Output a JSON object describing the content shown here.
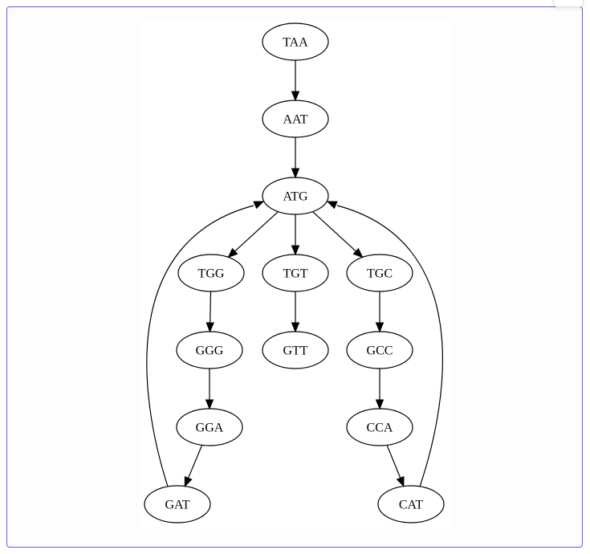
{
  "graph": {
    "nodes": [
      {
        "id": "TAA",
        "label": "TAA"
      },
      {
        "id": "AAT",
        "label": "AAT"
      },
      {
        "id": "ATG",
        "label": "ATG"
      },
      {
        "id": "TGG",
        "label": "TGG"
      },
      {
        "id": "TGT",
        "label": "TGT"
      },
      {
        "id": "TGC",
        "label": "TGC"
      },
      {
        "id": "GGG",
        "label": "GGG"
      },
      {
        "id": "GTT",
        "label": "GTT"
      },
      {
        "id": "GCC",
        "label": "GCC"
      },
      {
        "id": "GGA",
        "label": "GGA"
      },
      {
        "id": "CCA",
        "label": "CCA"
      },
      {
        "id": "GAT",
        "label": "GAT"
      },
      {
        "id": "CAT",
        "label": "CAT"
      }
    ],
    "edges": [
      {
        "from": "TAA",
        "to": "AAT"
      },
      {
        "from": "AAT",
        "to": "ATG"
      },
      {
        "from": "ATG",
        "to": "TGG"
      },
      {
        "from": "ATG",
        "to": "TGT"
      },
      {
        "from": "ATG",
        "to": "TGC"
      },
      {
        "from": "TGG",
        "to": "GGG"
      },
      {
        "from": "TGT",
        "to": "GTT"
      },
      {
        "from": "TGC",
        "to": "GCC"
      },
      {
        "from": "GGG",
        "to": "GGA"
      },
      {
        "from": "GCC",
        "to": "CCA"
      },
      {
        "from": "GGA",
        "to": "GAT"
      },
      {
        "from": "CCA",
        "to": "CAT"
      },
      {
        "from": "GAT",
        "to": "ATG"
      },
      {
        "from": "CAT",
        "to": "ATG"
      }
    ]
  }
}
